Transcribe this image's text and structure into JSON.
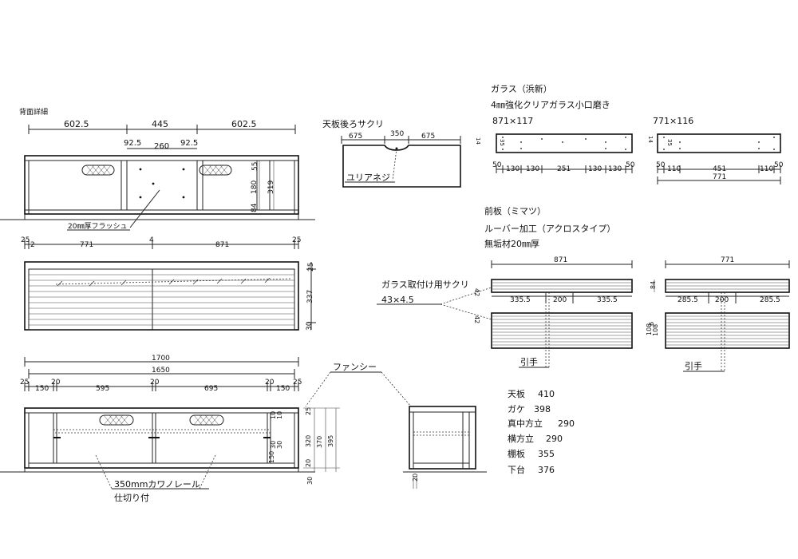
{
  "back_detail": {
    "title": "背面詳細",
    "dims_top": [
      "602.5",
      "445",
      "602.5"
    ],
    "dims_mid": [
      "92.5",
      "260",
      "92.5"
    ],
    "dims_right": [
      "55",
      "180",
      "84",
      "319"
    ],
    "flush_label": "20㎜厚フラッシュ"
  },
  "top_plan": {
    "dims": [
      "25",
      "2",
      "771",
      "4",
      "871",
      "25"
    ],
    "side_dims": [
      "25",
      "337",
      "30"
    ]
  },
  "front_view": {
    "total": "1700",
    "inner": "1650",
    "parts": [
      "25",
      "150",
      "20",
      "595",
      "20",
      "695",
      "20",
      "150",
      "25"
    ],
    "right_dims": [
      "25",
      "10",
      "10",
      "320",
      "370",
      "395",
      "30",
      "30",
      "150",
      "20"
    ],
    "rail_label_1": "350mmカワノレール",
    "rail_label_2": "仕切り付",
    "bottom_dim": "30"
  },
  "side_view": {
    "fancy_label": "ファンシー",
    "bottom_dim": "20"
  },
  "top_board_back": {
    "title": "天板後ろサクリ",
    "dims": [
      "675",
      "350",
      "675"
    ],
    "note": "ユリアネジ"
  },
  "glass": {
    "title": "ガラス（浜新）",
    "spec": "4㎜強化クリアガラス小口磨き",
    "size_a": "871×117",
    "size_b": "771×116",
    "left_side": "14",
    "left_inner": "35",
    "dims_a": [
      "50",
      "130",
      "130",
      "251",
      "130",
      "130",
      "50"
    ],
    "right_side": "14",
    "right_inner": "35",
    "dims_b": [
      "50",
      "110",
      "451",
      "110",
      "50"
    ],
    "total_b": "771"
  },
  "front_board": {
    "title": "前板（ミマツ）",
    "louver": "ルーバー加工（アクロスタイプ）",
    "material": "無垢材20㎜厚",
    "width_a": "871",
    "width_b": "771",
    "groove_label": "ガラス取付け用サクリ",
    "groove_size": "43×4.5",
    "dims_a": [
      "335.5",
      "200",
      "335.5"
    ],
    "dims_b": [
      "285.5",
      "200",
      "285.5"
    ],
    "height_a": "42",
    "height_b": "84",
    "gap": "42",
    "height_left": "108",
    "height_right": "108",
    "small": "6",
    "handle_a": "引手",
    "handle_b": "引手"
  },
  "parts_list": [
    {
      "name": "天板",
      "value": "410"
    },
    {
      "name": "ガケ",
      "value": "398"
    },
    {
      "name": "真中方立",
      "value": "290"
    },
    {
      "name": "横方立",
      "value": "290"
    },
    {
      "name": "棚板",
      "value": "355"
    },
    {
      "name": "下台",
      "value": "376"
    }
  ]
}
